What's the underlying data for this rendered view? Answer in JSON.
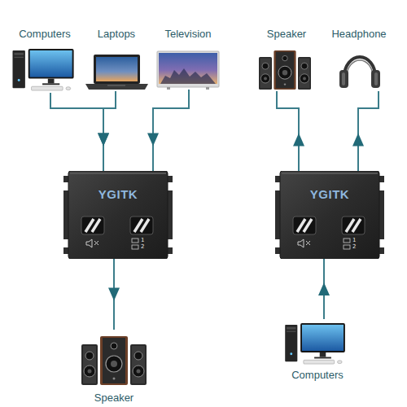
{
  "diagram": {
    "nodes": [
      {
        "text": [
          "Computers"
        ]
      },
      {
        "text": [
          "Laptops"
        ]
      },
      {
        "text": [
          "Television"
        ]
      },
      {
        "text": [
          "YGITK"
        ]
      },
      {
        "text": [
          "Speaker"
        ]
      },
      {
        "text": [
          "Speaker"
        ]
      },
      {
        "text": [
          "Headphone"
        ]
      },
      {
        "text": [
          "YGITK"
        ]
      },
      {
        "text": [
          "Computers"
        ]
      }
    ],
    "edges": [
      {
        "from": 0,
        "to": 3,
        "arrow": "to"
      },
      {
        "from": 1,
        "to": 3,
        "arrow": "to"
      },
      {
        "from": 2,
        "to": 3,
        "arrow": "to"
      },
      {
        "from": 3,
        "to": 4,
        "arrow": "to"
      },
      {
        "from": 8,
        "to": 7,
        "arrow": "to"
      },
      {
        "from": 7,
        "to": 5,
        "arrow": "to"
      },
      {
        "from": 7,
        "to": 6,
        "arrow": "to"
      }
    ],
    "labels": [
      "1",
      "2",
      "1",
      "2"
    ]
  }
}
